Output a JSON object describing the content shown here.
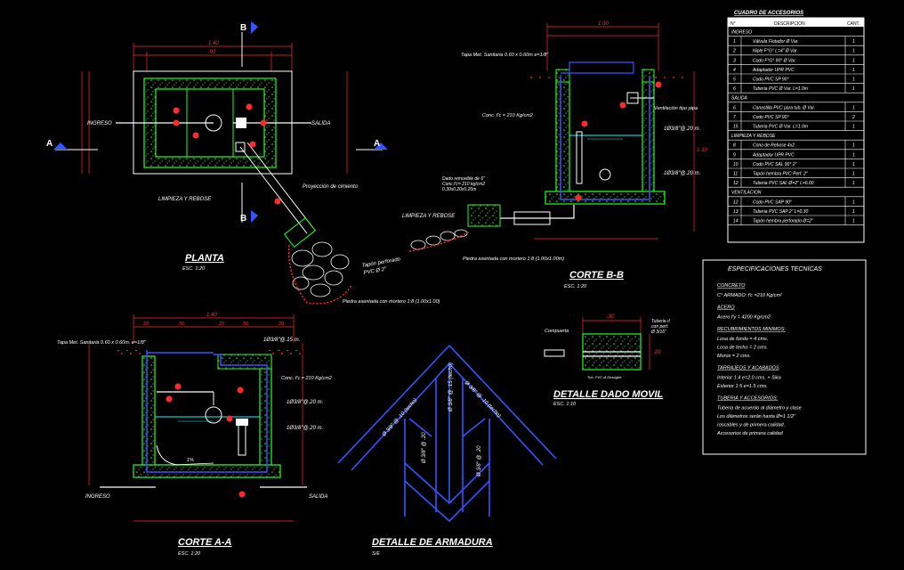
{
  "colors": {
    "background": "#000000",
    "dimension": "#ff2a2a",
    "concrete": "#22ff22",
    "rebar": "#3355ff",
    "pipe": "#ffffff",
    "water": "#00ffff",
    "text": "#ffffff",
    "title": "#ffffff"
  },
  "planta": {
    "title": "PLANTA",
    "scale": "ESC. 1:20",
    "ingreso": "INGRESO",
    "salida": "SALIDA",
    "limpieza": "LIMPIEZA Y REBOSE",
    "proyeccion": "Proyección de cimiento",
    "tapon": "Tapón perforado",
    "tapon_b": "PVC Ø 2\"",
    "piedra": "Piedra asentada con mortero 1:8 (1.00x1.00)",
    "cut_a": "A",
    "cut_b": "B",
    "dim_total": "1.40",
    "dim_inner": ".90"
  },
  "corte_bb": {
    "title": "CORTE B-B",
    "scale": "ESC. 1:20",
    "tapa": "Tapa Met. Sanitaria 0.60 x 0.60m e=1/8\"",
    "conc": "Conc. f'c = 210 Kg/cm2",
    "ventilacion": "Ventilación tipo pipa",
    "dado": "Dado removible de 6\"",
    "dado_b": "Conc.f'c= 210 kg/cm2",
    "dado_c": "0.30x0.20x0.20m",
    "limpieza": "LIMPIEZA Y REBOSE",
    "rebar1": "1Ø3/8\"@.20 m.",
    "rebar2": "1Ø3/8\"@.20 m.",
    "piedra": "Piedra asentada con mortero 1:8 (1.00x1.00m)",
    "dim_total": "1.00",
    "dim_height": "1.30"
  },
  "corte_aa": {
    "title": "CORTE A-A",
    "scale": "ESC. 1:20",
    "tapa": "Tapa Met. Sanitaria 0.60 x 0.60m. e=1/8\"",
    "conc": "Conc. f'c = 210 Kg/cm2",
    "rebar1": "1Ø3/8\"@.15 m.",
    "rebar2": "1Ø3/8\"@.20 m.",
    "rebar3": "1Ø3/8\"@.20 m.",
    "ingreso": "INGRESO",
    "salida": "SALIDA",
    "slope": "1%",
    "dim_total": "1.40",
    "dim_top": [
      ".20",
      ".50",
      ".20",
      ".50",
      ".20"
    ]
  },
  "detalle_dado": {
    "title": "DETALLE DADO MOVIL",
    "scale": "ESC. 1:10",
    "compuerta": "Compuerta",
    "tuberia": "Tuberia rl",
    "tuberia_b": "con perf.",
    "tuberia_c": "Ø 3/16\"",
    "tub_label": "Tub. PVC Ø Desagüe",
    "dim_top": ".30",
    "dim_side": ".20"
  },
  "detalle_armadura": {
    "title": "DETALLE DE ARMADURA",
    "scale": "S/E",
    "labels": [
      "Ø 3/8\" @ .10 (techo)",
      "Ø 3/8\" @ .10 (techo)",
      "Ø 3/8\" @ .15 (techo)",
      "Ø 3/8\" @ .20",
      "Ø 3/8\" @ .20"
    ]
  },
  "accesorios": {
    "title": "CUADRO DE ACCESORIOS",
    "headers": [
      "N°",
      "DESCRIPCION",
      "CANT."
    ],
    "rows": [
      {
        "section": "INGRESO"
      },
      {
        "n": "1",
        "desc": "Válvula Flotador Ø Var.",
        "q": "1"
      },
      {
        "n": "2",
        "desc": "Niple F°G° L=4\" Ø Var.",
        "q": "1"
      },
      {
        "n": "3",
        "desc": "Codo F°G° 90° Ø Var.",
        "q": "1"
      },
      {
        "n": "4",
        "desc": "Adaptador UPR PVC",
        "q": "1"
      },
      {
        "n": "5",
        "desc": "Codo PVC SP 90°",
        "q": "1"
      },
      {
        "n": "6",
        "desc": "Tuberia PVC Ø Var. L=1.0m",
        "q": "1"
      },
      {
        "section": "SALIDA"
      },
      {
        "n": "6",
        "desc": "Canastilla PVC para tub. Ø Var.",
        "q": "1"
      },
      {
        "n": "7",
        "desc": "Codo PVC SP 90°",
        "q": "2"
      },
      {
        "n": "15",
        "desc": "Tuberia PVC Ø Var. L=1.0m",
        "q": "1"
      },
      {
        "section": "LIMPIEZA Y REBOSE"
      },
      {
        "n": "8",
        "desc": "Cono de Rebose 4x2",
        "q": "1"
      },
      {
        "n": "9",
        "desc": "Adaptador UPR PVC",
        "q": "1"
      },
      {
        "n": "10",
        "desc": "Codo PVC SAL 90° 2\"",
        "q": "1"
      },
      {
        "n": "11",
        "desc": "Tapón hembra PVC Perf. 2\"",
        "q": "1"
      },
      {
        "n": "12",
        "desc": "Tuberia PVC SAL Ø=2\" L=6.00",
        "q": "1"
      },
      {
        "section": "VENTILACION"
      },
      {
        "n": "12",
        "desc": "Codo PVC SAP 90°",
        "q": "1"
      },
      {
        "n": "13",
        "desc": "Tuberia PVC SAP 2\" L=0.30",
        "q": "1"
      },
      {
        "n": "14",
        "desc": "Tapón hembra perforado Ø=2\"",
        "q": "1"
      }
    ]
  },
  "especificaciones": {
    "title": "ESPECIFICACIONES TECNICAS",
    "lines": [
      {
        "text": "CONCRETO",
        "heading": true
      },
      {
        "text": "C° ARMADO: f'c =210 Kg/cm²",
        "heading": false
      },
      {
        "text": "ACERO",
        "heading": true
      },
      {
        "text": "Acero f'y = 4200 Kg/cm2",
        "heading": false
      },
      {
        "text": "RECUBRIMIENTOS MINIMOS:",
        "heading": true
      },
      {
        "text": "Losa de fondo = 4 cms.",
        "heading": false
      },
      {
        "text": "Losa de techo = 2 cms.",
        "heading": false
      },
      {
        "text": "Muros        = 2 cms.",
        "heading": false
      },
      {
        "text": "TARRAJEOS Y ACABADOS",
        "heading": true
      },
      {
        "text": "Interior 1:4 e=2.0 cms. + Sika",
        "heading": false
      },
      {
        "text": "Exterior 1:5 e=1.5 cms.",
        "heading": false
      },
      {
        "text": "TUBERIA Y ACCESORIOS:",
        "heading": true
      },
      {
        "text": "Tuberia de acuerdo al diámetro y clase",
        "heading": false
      },
      {
        "text": "Los diámetros serán hasta Ø=1 1/2\"",
        "heading": false
      },
      {
        "text": "roscables y de primera calidad.",
        "heading": false
      },
      {
        "text": "Accesorios de primera calidad",
        "heading": false
      }
    ]
  }
}
